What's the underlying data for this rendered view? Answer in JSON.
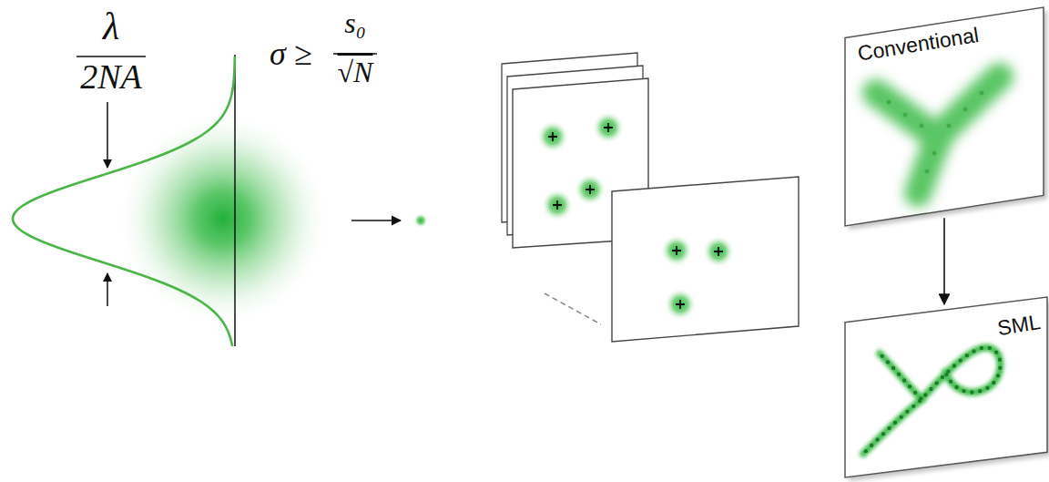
{
  "diagram": {
    "nodes": [
      {
        "text": [
          "Conventional"
        ]
      },
      {
        "text": [
          "SML"
        ]
      }
    ],
    "edges": [
      {
        "from": 0,
        "to": 1,
        "arrow": "to"
      }
    ],
    "labels": [
      "λ",
      "2NA",
      "σ ≥",
      "s₀",
      "√N"
    ]
  }
}
